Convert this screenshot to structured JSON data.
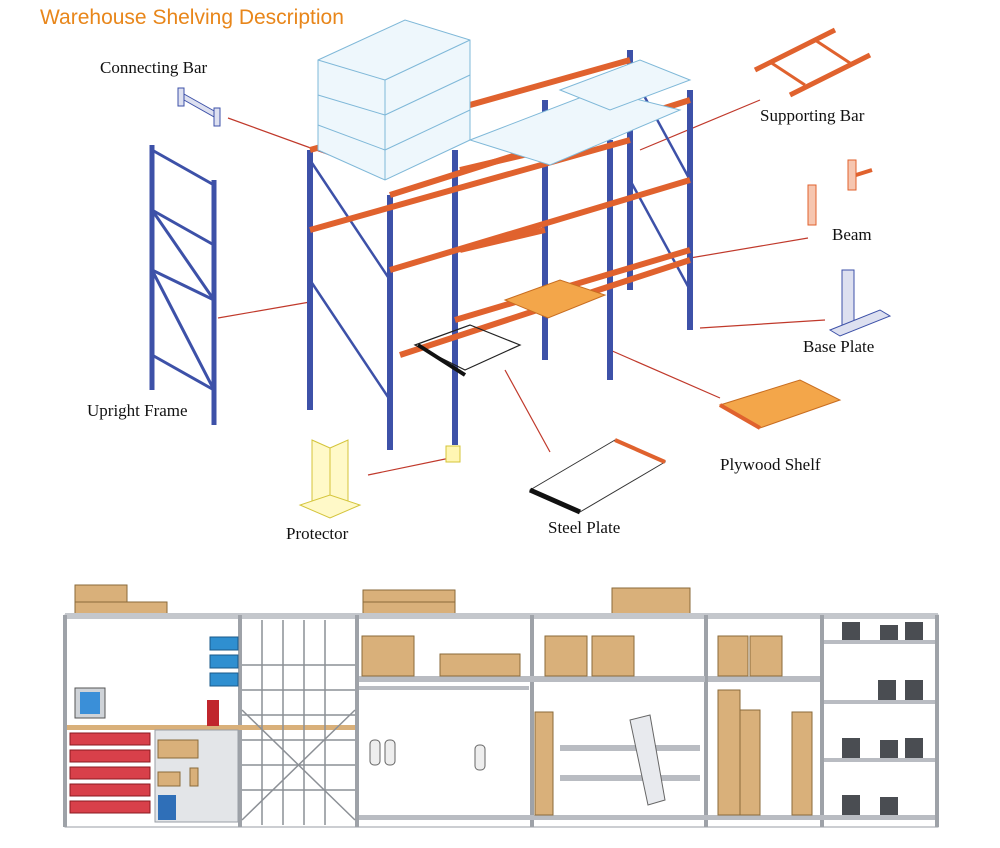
{
  "title": "Warehouse Shelving Description",
  "labels": {
    "connecting_bar": "Connecting Bar",
    "supporting_bar": "Supporting Bar",
    "beam": "Beam",
    "base_plate": "Base Plate",
    "upright_frame": "Upright Frame",
    "plywood_shelf": "Plywood Shelf",
    "protector": "Protector",
    "steel_plate": "Steel Plate"
  },
  "colors": {
    "title": "#e8861a",
    "upright": "#3d51a8",
    "beam": "#e0622e",
    "leader": "#c0392b",
    "box": "#d9b07a",
    "shelf": "#b9bcc2"
  }
}
